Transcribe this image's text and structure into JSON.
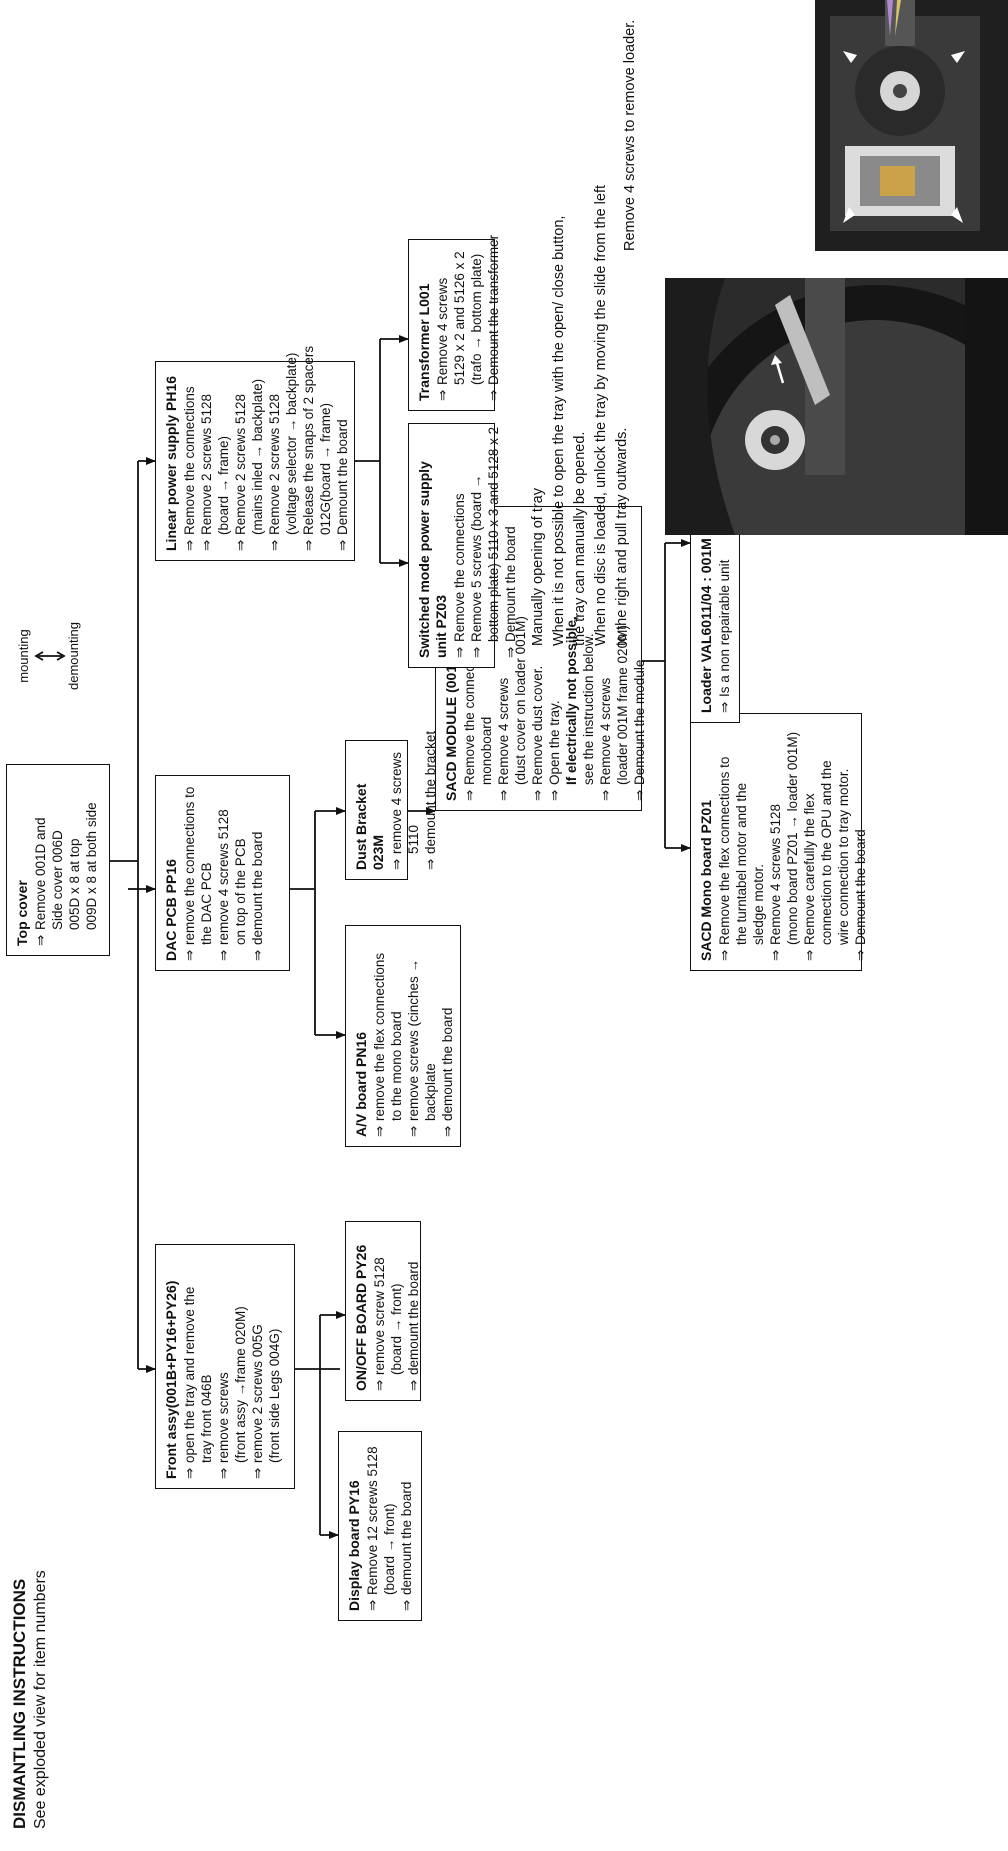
{
  "header": {
    "title": "DISMANTLING INSTRUCTIONS",
    "subtitle": "See exploded view for item numbers"
  },
  "legend": {
    "top": "mounting",
    "bottom": "demounting"
  },
  "boxes": {
    "top_cover": {
      "title": "Top cover",
      "lines": [
        "Remove 001D and",
        "Side cover 006D",
        "005D x 8 at top",
        "009D x 8 at both side"
      ]
    },
    "front_assy": {
      "title": "Front assy(001B+PY16+PY26)",
      "lines": [
        "open the tray and remove the",
        "tray front 046B",
        "remove screws",
        "(front assy →frame  020M)",
        "remove 2 screws 005G",
        "(front side Legs 004G)"
      ]
    },
    "display_board": {
      "title": "Display board PY16",
      "lines": [
        "Remove 12 screws  5128",
        "(board → front)",
        "demount the board"
      ]
    },
    "onoff_board": {
      "title": "ON/OFF BOARD PY26",
      "lines": [
        "remove screw  5128",
        "(board → front)",
        "demount the board"
      ]
    },
    "dac_pcb": {
      "title": "DAC PCB PP16",
      "lines": [
        "remove the connections to",
        "the DAC PCB",
        "remove 4 screws 5128",
        "on top of the PCB",
        "demount the board"
      ]
    },
    "av_board": {
      "title": "A/V board PN16",
      "lines": [
        "remove the flex connections",
        "to the mono board",
        "remove screws (cinches →",
        "backplate",
        "demount the board"
      ]
    },
    "dust_bracket": {
      "title": "Dust Bracket 023M",
      "lines": [
        "remove 4 screws",
        "5110",
        "demount the bracket"
      ]
    },
    "sacd_module": {
      "title": "SACD MODULE (001M + PZ01)",
      "lines": [
        "Remove the connections to the",
        "monoboard",
        "Remove 4 screws",
        "(dust cover on loader 001M)",
        "Remove dust cover.",
        "Open the tray.",
        "If electrically not possible,",
        "see the instruction below.",
        "Remove 4 screws",
        "(loader 001M frame 020M)",
        "Demount the module"
      ]
    },
    "sacd_mono": {
      "title": "SACD Mono board PZ01",
      "lines": [
        "Remove the flex connections to",
        "the turntabel motor and the",
        "sledge motor.",
        "Remove 4 screws 5128",
        "(mono board PZ01 → loader 001M)",
        "Remove carefully the flex",
        "connection to the OPU and the",
        "wire connection to tray motor.",
        "Demount the board"
      ]
    },
    "loader": {
      "title": "Loader VAL6011/04 : 001M",
      "lines": [
        "Is a non repairable unit"
      ]
    },
    "linear_psu": {
      "title": "Linear power supply PH16",
      "lines": [
        "Remove the connections",
        "Remove 2 screws 5128",
        "(board → frame)",
        "Remove 2 screws 5128",
        "(mains inled → backplate)",
        "Remove 2 screws 5128",
        "(voltage selector → backplate)",
        "Release the snaps of 2 spacers",
        "012G(board → frame)",
        "Demount the board"
      ]
    },
    "smps": {
      "title": "Switched mode power supply unit PZ03",
      "lines": [
        "Remove the connections",
        "Remove 5 screws (board →",
        "bottom plate) 5110 x 3 and 5128 x 2",
        "Demount the board"
      ]
    },
    "transformer": {
      "title": "Transformer L001",
      "lines": [
        "Remove 4 screws",
        "5129 x 2 and 5126 x 2",
        "(trafo → bottom plate)",
        "Demount the transformer"
      ]
    }
  },
  "manual_note": {
    "lines": [
      "Manually opening of tray",
      "When it is not possible to open the tray with the open/ close button,",
      "the tray can manually be opened.",
      "When no disc is loaded, unlock the tray by moving the slide from the left",
      "to the right and pull tray outwards."
    ]
  },
  "loader_note": "Remove 4 screws to remove loader."
}
